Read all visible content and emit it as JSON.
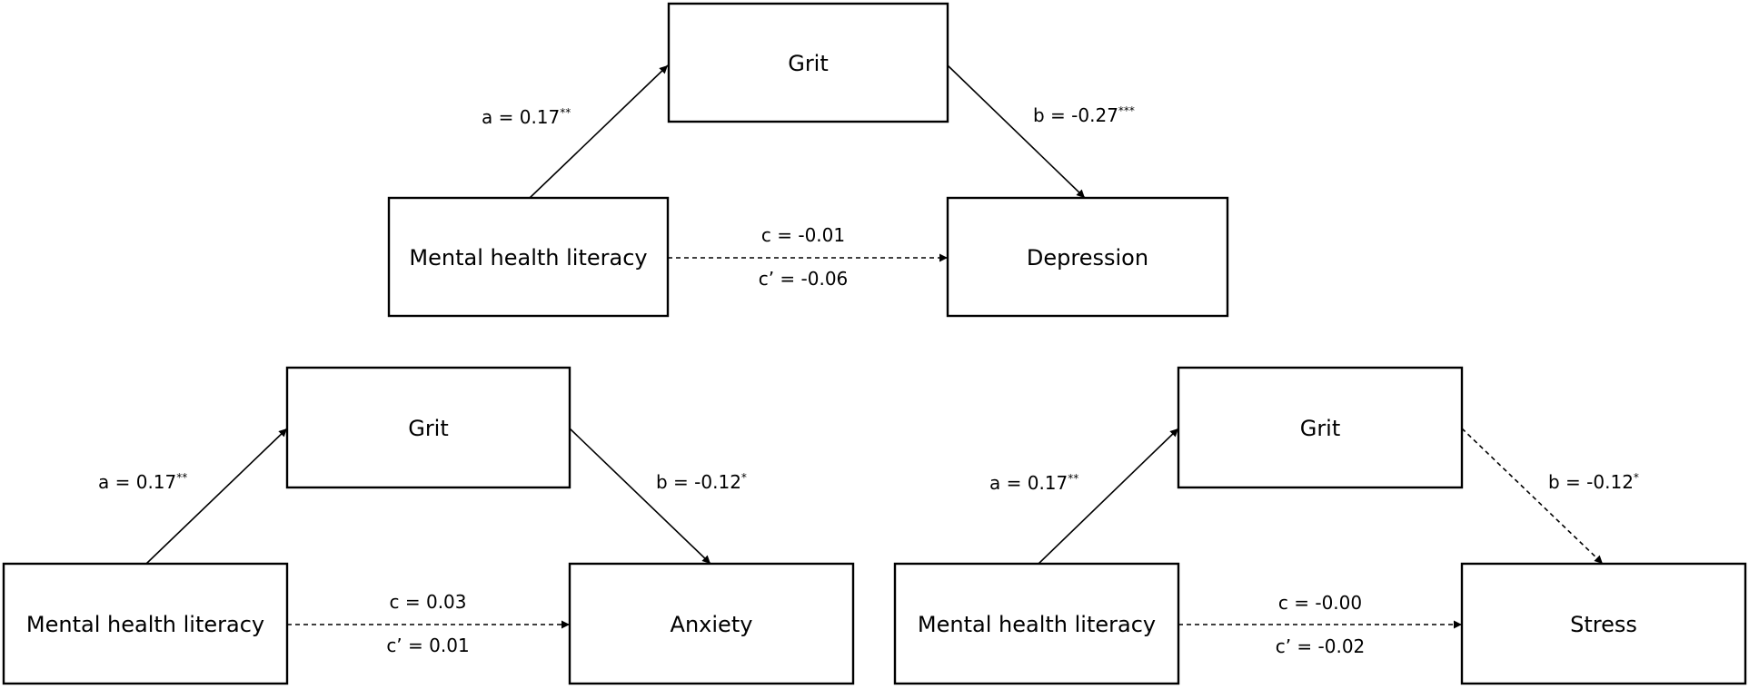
{
  "models": {
    "depression": {
      "mediator": "Grit",
      "predictor": "Mental health literacy",
      "outcome": "Depression",
      "a": {
        "label": "a =  0.17",
        "sig": "**"
      },
      "b": {
        "label": "b = -0.27",
        "sig": "***"
      },
      "c": "c = -0.01",
      "c_prime": "c’ = -0.06"
    },
    "anxiety": {
      "mediator": "Grit",
      "predictor": "Mental health literacy",
      "outcome": "Anxiety",
      "a": {
        "label": "a = 0.17",
        "sig": "**"
      },
      "b": {
        "label": "b = -0.12",
        "sig": "*"
      },
      "c": "c = 0.03",
      "c_prime": "c’ = 0.01"
    },
    "stress": {
      "mediator": "Grit",
      "predictor": "Mental health literacy",
      "outcome": "Stress",
      "a": {
        "label": "a =  0.17",
        "sig": "**"
      },
      "b": {
        "label": "b = -0.12",
        "sig": "*"
      },
      "c": "c = -0.00",
      "c_prime": "c’ = -0.02"
    }
  }
}
